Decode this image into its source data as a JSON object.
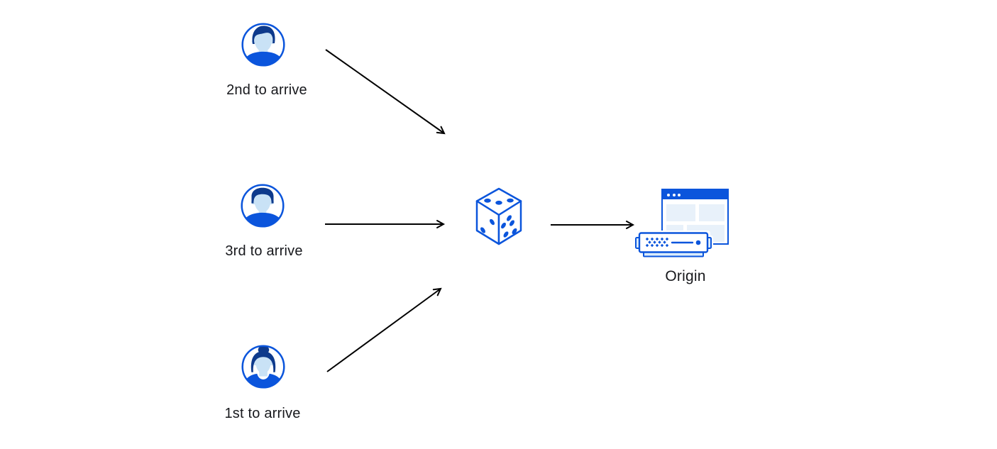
{
  "diagram": {
    "users": [
      {
        "label": "2nd to arrive",
        "avatar_icon": "man-side-part-avatar"
      },
      {
        "label": "3rd to arrive",
        "avatar_icon": "man-flat-top-avatar"
      },
      {
        "label": "1st to arrive",
        "avatar_icon": "woman-bun-avatar"
      }
    ],
    "router": {
      "icon": "dice"
    },
    "origin": {
      "label": "Origin",
      "icons": [
        "browser-window",
        "server"
      ]
    },
    "arrows": [
      {
        "from": "user-2nd-to-arrive",
        "to": "dice"
      },
      {
        "from": "user-3rd-to-arrive",
        "to": "dice"
      },
      {
        "from": "user-1st-to-arrive",
        "to": "dice"
      },
      {
        "from": "dice",
        "to": "origin"
      }
    ]
  },
  "colors": {
    "primary_blue": "#0B55DC",
    "navy_blue": "#0E3A8C",
    "face_blue": "#C9E2F6",
    "panel_blue": "#E8F1FA",
    "pale_blue": "#DCEDFB",
    "arrow_black": "#000000",
    "text_black": "#17181C",
    "background": "#FFFFFF"
  }
}
